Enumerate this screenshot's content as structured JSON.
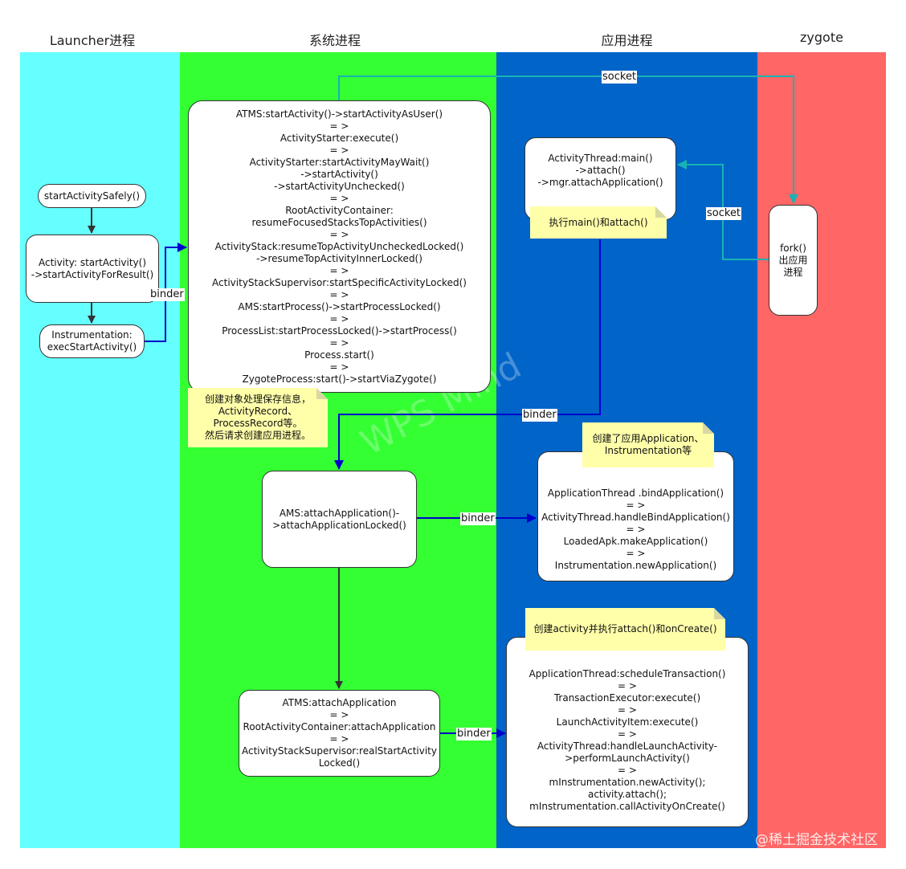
{
  "colors": {
    "launcher_lane": "#66ffff",
    "system_lane": "#33ff33",
    "app_lane": "#0064c8",
    "zygote_lane": "#ff6666",
    "note_bg": "#ffffaa",
    "arrow_blue": "#0000cc",
    "arrow_dark": "#333333",
    "arrow_teal": "#19b3b3"
  },
  "lanes": [
    {
      "title": "Launcher进程"
    },
    {
      "title": "系统进程"
    },
    {
      "title": "应用进程"
    },
    {
      "title": "zygote"
    }
  ],
  "launcher": {
    "start_activity_safely": "startActivitySafely()",
    "start_activity": "Activity: startActivity()\n->startActivityForResult()",
    "instrumentation": "Instrumentation:\nexecStartActivity()"
  },
  "system": {
    "atms_chain": "ATMS:startActivity()->startActivityAsUser()\n= >\nActivityStarter:execute()\n= >\nActivityStarter:startActivityMayWait()\n->startActivity()\n->startActivityUnchecked()\n= >\nRootActivityContainer:\nresumeFocusedStacksTopActivities()\n= >\nActivityStack:resumeTopActivityUncheckedLocked()\n->resumeTopActivityInnerLocked()\n= >\nActivityStackSupervisor:startSpecificActivityLocked()\n= >\nAMS:startProcess()->startProcessLocked()\n= >\nProcessList:startProcessLocked()->startProcess()\n= >\nProcess.start()\n= >\nZygoteProcess:start()->startViaZygote()",
    "note_create_records": "创建对象处理保存信息，\nActivityRecord、\nProcessRecord等。\n然后请求创建应用进程。",
    "ams_attach": "AMS:attachApplication()-\n>attachApplicationLocked()",
    "atms_attach": "ATMS:attachApplication\n= >\nRootActivityContainer:attachApplication\n= >\nActivityStackSupervisor:realStartActivity\nLocked()"
  },
  "app": {
    "activity_thread_main": "ActivityThread:main()\n->attach()\n->mgr.attachApplication()",
    "note_main_attach": "执行main()和attach()",
    "note_create_application": "创建了应用Application、\nInstrumentation等",
    "bind_application": "ApplicationThread .bindApplication()\n= >\nActivityThread.handleBindApplication()\n= >\nLoadedApk.makeApplication()\n= >\nInstrumentation.newApplication()",
    "note_create_activity": "创建activity并执行attach()和onCreate()",
    "schedule_transaction": "ApplicationThread:scheduleTransaction()\n= >\nTransactionExecutor:execute()\n= >\nLaunchActivityItem:execute()\n= >\nActivityThread:handleLaunchActivity-\n>performLaunchActivity()\n= >\nmInstrumentation.newActivity();\nactivity.attach();\nmInstrumentation.callActivityOnCreate()"
  },
  "zygote": {
    "fork": "fork()\n出应用\n进程"
  },
  "edge_labels": {
    "binder_launcher": "binder",
    "socket_top": "socket",
    "socket_right": "socket",
    "binder_app_to_system": "binder",
    "binder_bind_application": "binder",
    "binder_launch_activity": "binder"
  },
  "watermark": {
    "center": "WPS Mind",
    "footer": "@稀土掘金技术社区"
  }
}
